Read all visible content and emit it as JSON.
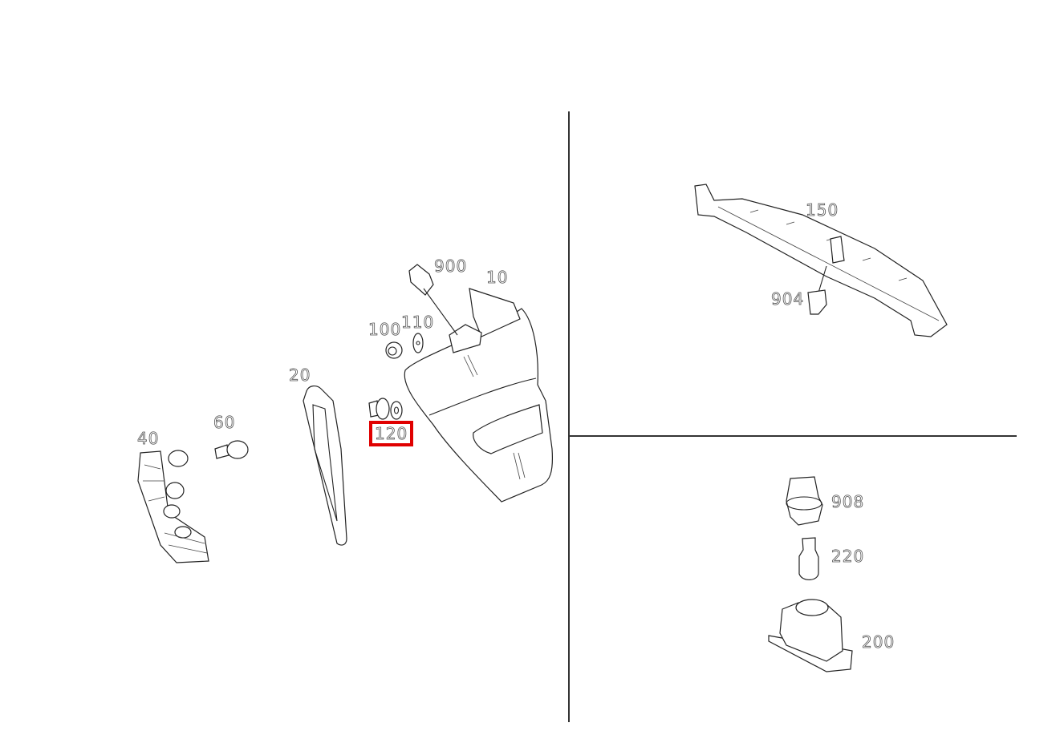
{
  "diagram": {
    "type": "exploded-parts-diagram",
    "highlight_color": "#e00000",
    "line_color": "#222222",
    "panels": [
      {
        "id": "left",
        "parts": [
          {
            "number": "900"
          },
          {
            "number": "10"
          },
          {
            "number": "100"
          },
          {
            "number": "110"
          },
          {
            "number": "20"
          },
          {
            "number": "120",
            "highlighted": true
          },
          {
            "number": "60"
          },
          {
            "number": "40"
          }
        ]
      },
      {
        "id": "top-right",
        "parts": [
          {
            "number": "150"
          },
          {
            "number": "904"
          }
        ]
      },
      {
        "id": "bottom-right",
        "parts": [
          {
            "number": "908"
          },
          {
            "number": "220"
          },
          {
            "number": "200"
          }
        ]
      }
    ]
  }
}
